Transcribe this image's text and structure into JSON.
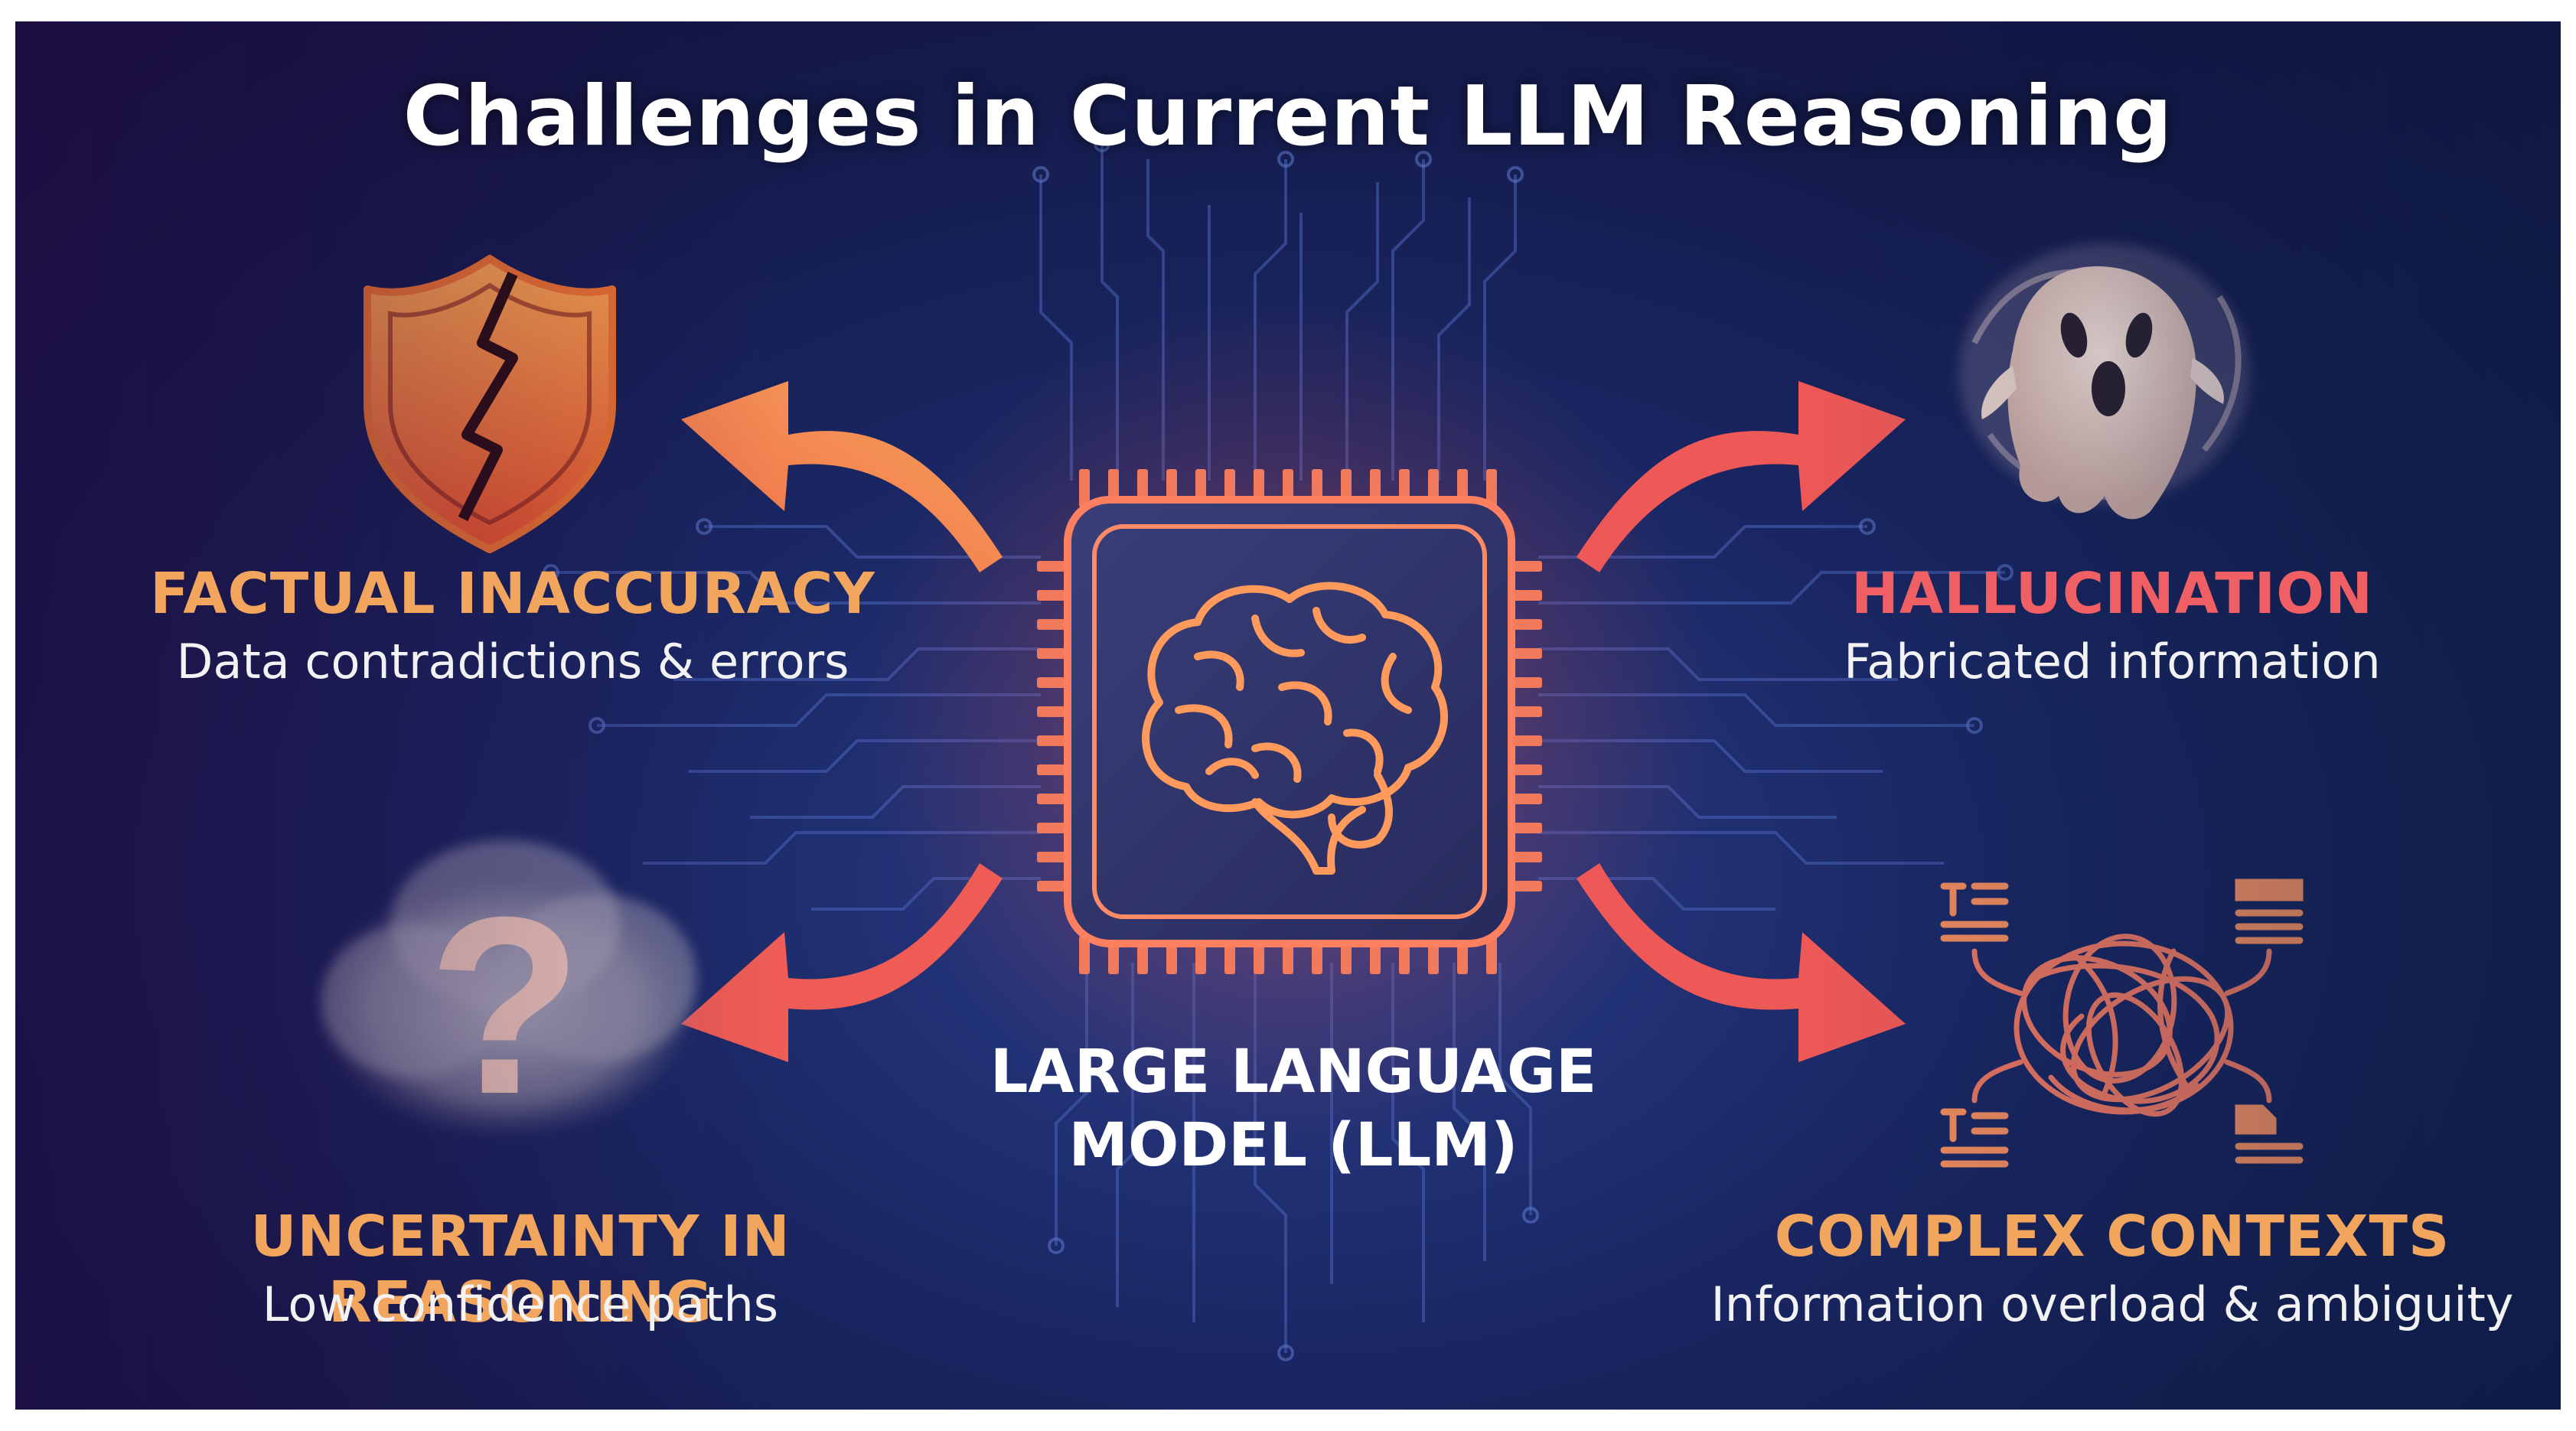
{
  "title": "Challenges in Current LLM Reasoning",
  "center": {
    "line1": "LARGE LANGUAGE",
    "line2": "MODEL (LLM)"
  },
  "challenges": [
    {
      "title": "FACTUAL INACCURACY",
      "description": "Data contradictions & errors",
      "icon": "broken-shield-icon",
      "color": "#f2a55c"
    },
    {
      "title": "HALLUCINATION",
      "description": "Fabricated information",
      "icon": "ghost-icon",
      "color": "#ef5f63"
    },
    {
      "title": "UNCERTAINTY IN REASONING",
      "description": "Low confidence paths",
      "icon": "question-cloud-icon",
      "color": "#f2a55c"
    },
    {
      "title": "COMPLEX CONTEXTS",
      "description": "Information overload & ambiguity",
      "icon": "tangled-documents-icon",
      "color": "#f2a55c"
    }
  ],
  "colors": {
    "background": "#1a2764",
    "accent_orange": "#f2a55c",
    "accent_red": "#ef5f63",
    "chip_glow": "#ff7a5a"
  }
}
